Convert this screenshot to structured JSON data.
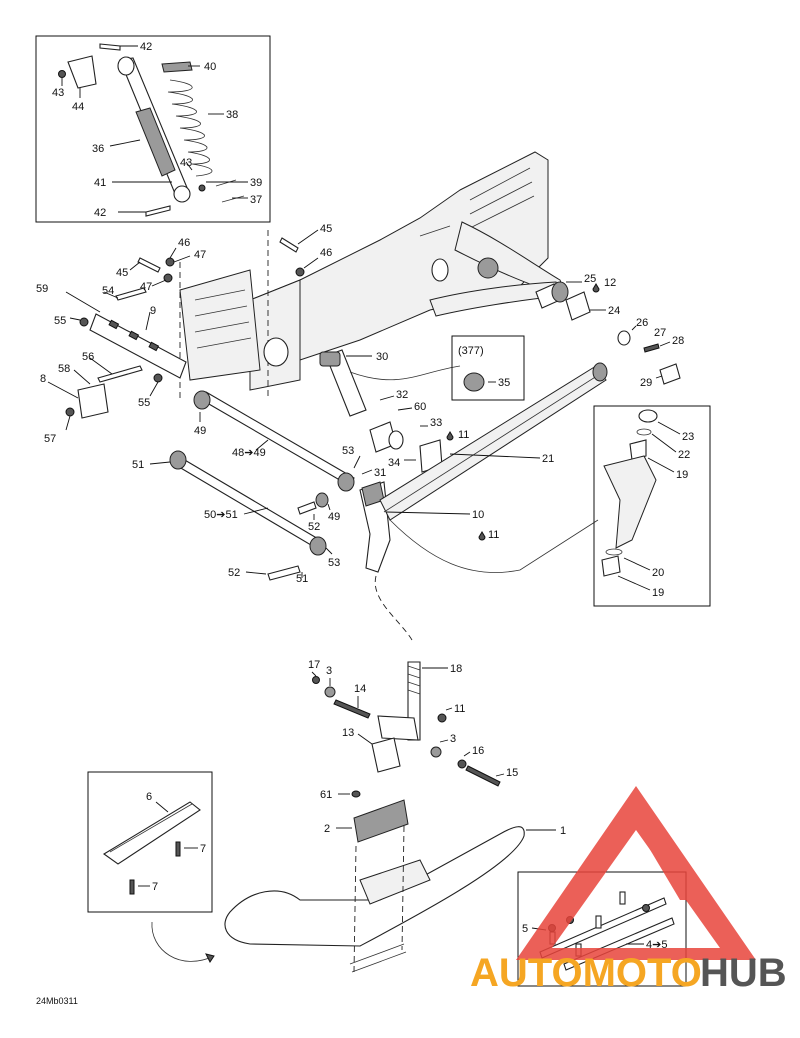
{
  "figure_code": "24Mb0311",
  "ref_box_label": "(377)",
  "callouts": {
    "c1": "1",
    "c2": "2",
    "c3a": "3",
    "c3b": "3",
    "c4a": "4",
    "c5a": "5",
    "c6": "6",
    "c7a": "7",
    "c7b": "7",
    "c8": "8",
    "c9": "9",
    "c10": "10",
    "c11a": "11",
    "c11b": "11",
    "c11c": "11",
    "c12": "12",
    "c13": "13",
    "c14": "14",
    "c15": "15",
    "c16": "16",
    "c17": "17",
    "c18": "18",
    "c19a": "19",
    "c19b": "19",
    "c20": "20",
    "c21": "21",
    "c22": "22",
    "c23": "23",
    "c24": "24",
    "c25": "25",
    "c26": "26",
    "c27": "27",
    "c28": "28",
    "c29": "29",
    "c30": "30",
    "c31": "31",
    "c32": "32",
    "c33": "33",
    "c34": "34",
    "c35": "35",
    "c36": "36",
    "c37": "37",
    "c38": "38",
    "c39": "39",
    "c40": "40",
    "c41": "41",
    "c42a": "42",
    "c42b": "42",
    "c43a": "43",
    "c43b": "43",
    "c44": "44",
    "c45a": "45",
    "c45b": "45",
    "c46a": "46",
    "c46b": "46",
    "c47a": "47",
    "c47b": "47",
    "c48": "48",
    "c49a": "49",
    "c49b": "49",
    "c49c": "49",
    "c50": "50",
    "c51a": "51",
    "c51b": "51",
    "c51c": "51",
    "c52a": "52",
    "c52b": "52",
    "c53a": "53",
    "c53b": "53",
    "c54": "54",
    "c55a": "55",
    "c55b": "55",
    "c56": "56",
    "c57": "57",
    "c58": "58",
    "c59": "59",
    "c60": "60",
    "c61": "61"
  },
  "range_labels": {
    "r48_49": "48➔49",
    "r50_51": "50➔51",
    "r4_5": "4➔5"
  },
  "watermark": {
    "text_a": "AUTOMOTO",
    "text_b": "HUB",
    "color_a": "#f5a623",
    "color_b": "#555555",
    "triangle_color": "#e8453c"
  },
  "colors": {
    "line": "#111111",
    "part_fill": "#9a9a9a"
  }
}
